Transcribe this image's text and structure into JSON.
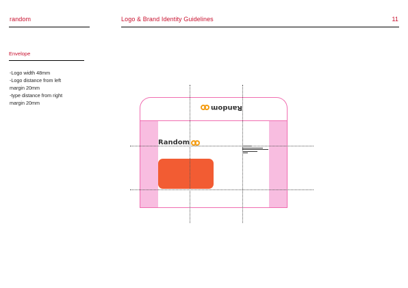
{
  "header": {
    "brand": "random",
    "title": "Logo & Brand Identity Guidelines",
    "page_number": "11"
  },
  "section": {
    "title": "Envelope",
    "specs": [
      "-Logo width 48mm",
      "-Logo distance from left",
      "margin 20mm",
      "-type distance from right",
      "margin 20mm"
    ]
  },
  "envelope": {
    "logo_text": "Random",
    "flap_logo_text": "Random",
    "colors": {
      "outline": "#f06bb0",
      "margin": "#f8bde0",
      "window": "#f25c33",
      "logo_mark": "#f39c12"
    }
  }
}
